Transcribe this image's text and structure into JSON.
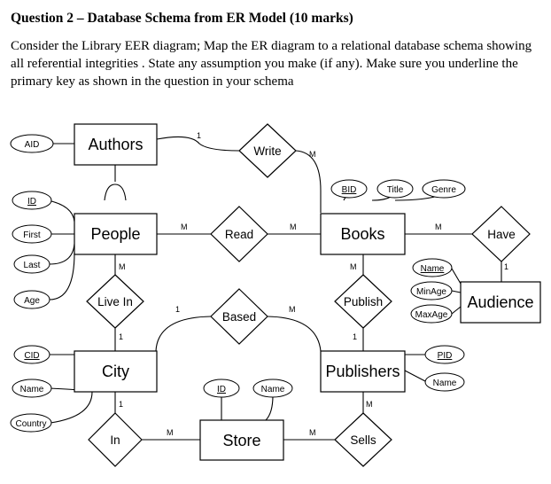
{
  "question": {
    "title": "Question  2 – Database Schema from ER Model (10 marks)",
    "body": "Consider the Library EER diagram;  Map the ER diagram to a relational database schema showing all referential integrities . State any assumption you make (if any). Make sure you underline the primary key as shown in the question in your schema"
  },
  "diagram": {
    "entities": {
      "authors": "Authors",
      "people": "People",
      "books": "Books",
      "audience": "Audience",
      "city": "City",
      "publishers": "Publishers",
      "store": "Store"
    },
    "relationships": {
      "write": "Write",
      "read": "Read",
      "have": "Have",
      "live_in": "Live In",
      "publish": "Publish",
      "based": "Based",
      "in": "In",
      "sells": "Sells"
    },
    "attributes": {
      "aid": "AID",
      "id_people": "ID",
      "first": "First",
      "last": "Last",
      "age": "Age",
      "bid": "BID",
      "title": "Title",
      "genre": "Genre",
      "aud_name": "Name",
      "minage": "MinAge",
      "maxage": "MaxAge",
      "cid": "CID",
      "city_name": "Name",
      "country": "Country",
      "pid": "PID",
      "pub_name": "Name",
      "store_id": "ID",
      "store_name": "Name"
    },
    "cardinalities": {
      "authors_write": "1",
      "write_books": "M",
      "people_read": "M",
      "read_books": "M",
      "books_have": "M",
      "have_audience": "1",
      "people_livein": "M",
      "livein_city": "1",
      "books_publish": "M",
      "publish_publishers": "1",
      "city_based": "1",
      "based_publishers": "M",
      "city_in": "1",
      "in_store": "M",
      "store_sells": "M",
      "sells_publishers": "M"
    }
  }
}
